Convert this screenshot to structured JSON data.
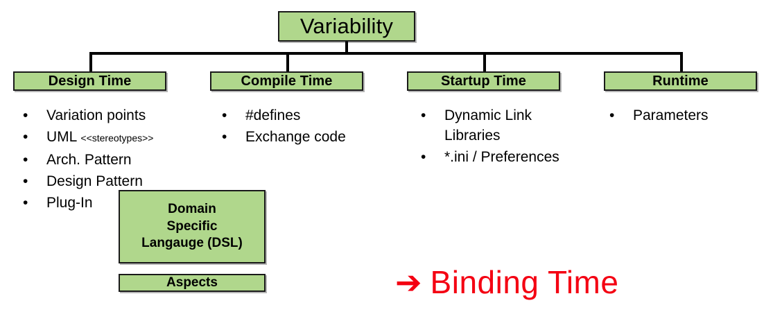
{
  "diagram": {
    "root": {
      "label": "Variability"
    },
    "categories": [
      {
        "label": "Design Time"
      },
      {
        "label": "Compile Time"
      },
      {
        "label": "Startup Time"
      },
      {
        "label": "Runtime"
      }
    ],
    "columns": [
      {
        "owner": "Design Time",
        "items": [
          {
            "text": "Variation points",
            "small": ""
          },
          {
            "text": "UML ",
            "small": "<<stereotypes>>"
          },
          {
            "text": "Arch. Pattern",
            "small": ""
          },
          {
            "text": "Design Pattern",
            "small": ""
          },
          {
            "text": "Plug-In",
            "small": ""
          }
        ]
      },
      {
        "owner": "Compile Time",
        "items": [
          {
            "text": "#defines",
            "small": ""
          },
          {
            "text": "Exchange code",
            "small": ""
          }
        ]
      },
      {
        "owner": "Startup Time",
        "items": [
          {
            "text": "Dynamic Link\nLibraries",
            "small": ""
          },
          {
            "text": "*.ini / Preferences",
            "small": ""
          }
        ]
      },
      {
        "owner": "Runtime",
        "items": [
          {
            "text": "Parameters",
            "small": ""
          }
        ]
      }
    ],
    "extra_boxes": [
      {
        "label": "Domain\nSpecific\nLangauge (DSL)"
      },
      {
        "label": "Aspects"
      }
    ],
    "callout": {
      "arrow_icon": "➔",
      "label": "Binding Time"
    },
    "bullet_glyph": "•",
    "colors": {
      "box_fill": "#b0d78c",
      "box_border": "#1a1a1a",
      "text": "#000000",
      "callout_red": "#f40012",
      "background": "#ffffff"
    }
  }
}
